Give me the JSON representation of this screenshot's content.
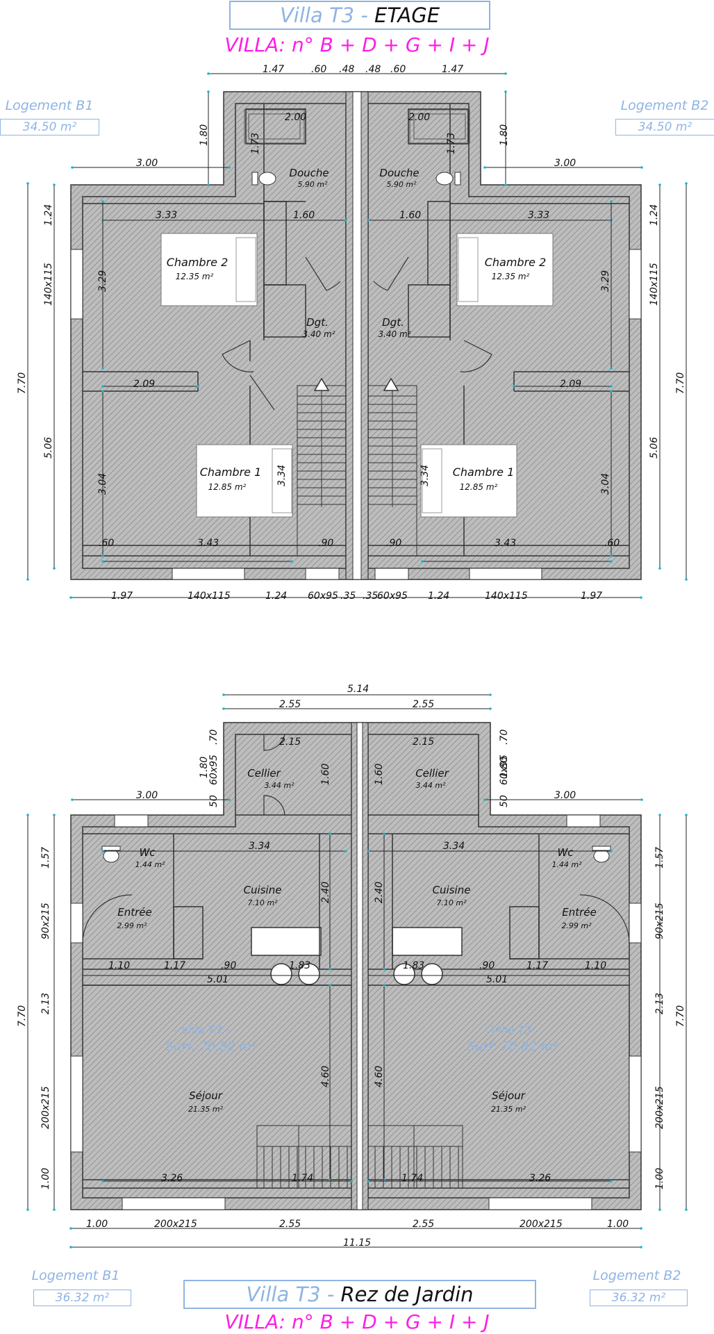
{
  "top_title": {
    "prefix": "Villa T3",
    "sep": " - ",
    "suffix": "ETAGE"
  },
  "top_villa": "VILLA: n° B + D + G + I + J",
  "bottom_title": {
    "prefix": "Villa T3",
    "sep": " - ",
    "suffix": "Rez de Jardin"
  },
  "bottom_villa": "VILLA: n° B + D + G + I + J",
  "top_left_logement": {
    "name": "Logement B1",
    "area": "34.50 m²"
  },
  "top_right_logement": {
    "name": "Logement B2",
    "area": "34.50 m²"
  },
  "bottom_left_logement": {
    "name": "Logement B1",
    "area": "36.32 m²"
  },
  "bottom_right_logement": {
    "name": "Logement B2",
    "area": "36.32 m²"
  },
  "etage": {
    "rooms": {
      "douche": {
        "name": "Douche",
        "area": "5.90 m²"
      },
      "chambre2": {
        "name": "Chambre 2",
        "area": "12.35 m²"
      },
      "dgt": {
        "name": "Dgt.",
        "area": "3.40 m²"
      },
      "chambre1": {
        "name": "Chambre 1",
        "area": "12.85 m²"
      }
    },
    "dims": {
      "top_147": "1.47",
      "top_60": ".60",
      "top_48": ".48",
      "douche_w": "2.00",
      "douche_h": "1.73",
      "wing_h": "1.80",
      "wing_w": "3.00",
      "ch2_w": "3.33",
      "dgt_w": "1.60",
      "ch2_h": "3.29",
      "side_124": "1.24",
      "window_side": "140x115",
      "total_h": "7.70",
      "ch1_side": "5.06",
      "ch1_top": "2.09",
      "ch1_h": "3.04",
      "ch1_w": "3.43",
      "small_60": ".60",
      "stair_w": ".90",
      "stair_h": "3.34",
      "bot_197": "1.97",
      "bot_window": "140x115",
      "bot_124": "1.24",
      "bot_6095": "60x95",
      "bot_35": ".35"
    }
  },
  "rez": {
    "rooms": {
      "cellier": {
        "name": "Cellier",
        "area": "3.44 m²"
      },
      "wc": {
        "name": "Wc",
        "area": "1.44 m²"
      },
      "cuisine": {
        "name": "Cuisine",
        "area": "7.10 m²"
      },
      "entree": {
        "name": "Entrée",
        "area": "2.99 m²"
      },
      "sejour": {
        "name": "Séjour",
        "area": "21.35 m²"
      }
    },
    "villa_label": {
      "name": "- Villa T3 -",
      "surf": "Surf: 70.82 m²"
    },
    "dims": {
      "total_514": "5.14",
      "half_255": "2.55",
      "cellier_w": "2.15",
      "cellier_h": "1.60",
      "wing_h": "1.80",
      "wing_70": ".70",
      "wing_6095": "60x95",
      "wing_50": "50",
      "wing_w": "3.00",
      "cuisine_w": "3.34",
      "cuisine_h": "2.40",
      "side_157": "1.57",
      "door_side": "90x215",
      "total_h": "7.70",
      "side_213": "2.13",
      "side_200": "200x215",
      "side_100": "1.00",
      "d_110": "1.10",
      "d_117": "1.17",
      "d_90": ".90",
      "d_183": "1.83",
      "d_501": "5.01",
      "sejour_h": "4.60",
      "sejour_w": "3.26",
      "stair_w": "1.74",
      "bot_100": "1.00",
      "bot_200": "200x215",
      "bot_255": "2.55",
      "bot_total": "11.15"
    }
  }
}
